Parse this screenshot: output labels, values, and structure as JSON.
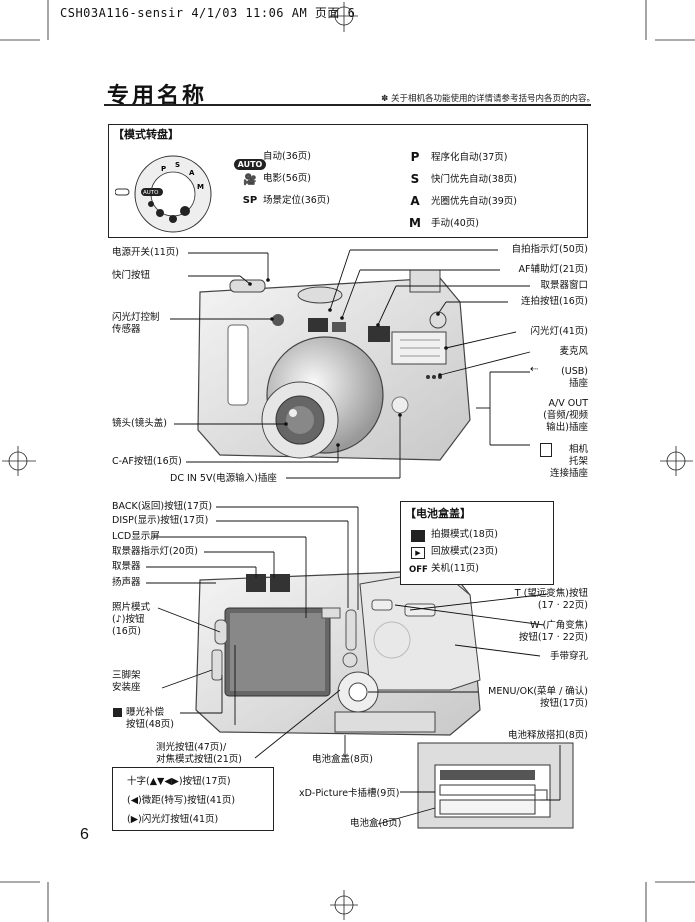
{
  "header": {
    "text": "CSH03A116-sensir  4/1/03  11:06 AM  页面 6"
  },
  "title": "专用名称",
  "title_note": "✽ 关于相机各功能使用的详情请参考括号内各页的内容。",
  "mode_dial": {
    "heading": "【模式转盘】",
    "left_items": [
      {
        "key": "AUTO",
        "label": "自动(36页)"
      },
      {
        "key": "🎥",
        "label": "电影(56页)"
      },
      {
        "key": "SP",
        "label": "场景定位(36页)"
      }
    ],
    "right_items": [
      {
        "key": "P",
        "label": "程序化自动(37页)"
      },
      {
        "key": "S",
        "label": "快门优先自动(38页)"
      },
      {
        "key": "A",
        "label": "光圈优先自动(39页)"
      },
      {
        "key": "M",
        "label": "手动(40页)"
      }
    ]
  },
  "front_labels": {
    "power": "电源开关(11页)",
    "shutter": "快门按钮",
    "flash_sensor": "闪光灯控制\n传感器",
    "lens": "镜头(镜头盖)",
    "caf": "C-AF按钮(16页)",
    "dc_in": "DC IN 5V(电源输入)插座",
    "self_timer": "自拍指示灯(50页)",
    "af_assist": "AF辅助灯(21页)",
    "viewfinder_window": "取景器窗口",
    "continuous": "连拍按钮(16页)",
    "flash": "闪光灯(41页)",
    "mic": "麦克风",
    "usb": "(USB)\n插座",
    "av_out": "A/V OUT\n(音频/视频\n输出)插座",
    "cradle": "相机\n托架\n连接插座"
  },
  "back_labels": {
    "back": "BACK(返回)按钮(17页)",
    "disp": "DISP(显示)按钮(17页)",
    "lcd": "LCD显示屏",
    "vf_lamp": "取景器指示灯(20页)",
    "viewfinder": "取景器",
    "speaker": "扬声器",
    "photo_mode": "照片模式\n(♪)按钮\n(16页)",
    "tripod": "三脚架\n安装座",
    "exposure": "曝光补偿\n按钮(48页)",
    "metering": "测光按钮(47页)/\n对焦模式按钮(21页)",
    "battery_cover": "电池盒盖(8页)",
    "xd_slot": "xD-Picture卡插槽(9页)",
    "battery_box": "电池盒(8页)",
    "tele": "T (望远变焦)按钮\n(17 · 22页)",
    "wide": "W (广角变焦)\n按钮(17 · 22页)",
    "strap": "手带穿孔",
    "menu_ok": "MENU/OK(菜单 / 确认)\n按钮(17页)",
    "battery_release": "电池释放搭扣(8页)"
  },
  "battery_cover_box": {
    "heading": "【电池盒盖】",
    "items": [
      {
        "key": "camera-icon",
        "label": "拍摄模式(18页)"
      },
      {
        "key": "play-icon",
        "label": "回放模式(23页)"
      },
      {
        "key": "OFF",
        "label": "关机(11页)"
      }
    ]
  },
  "cross_box": {
    "line1": "十字(▲▼◀▶)按钮(17页)",
    "line2": "(◀)微距(特写)按钮(41页)",
    "line3": "(▶)闪光灯按钮(41页)"
  },
  "page_number": "6"
}
